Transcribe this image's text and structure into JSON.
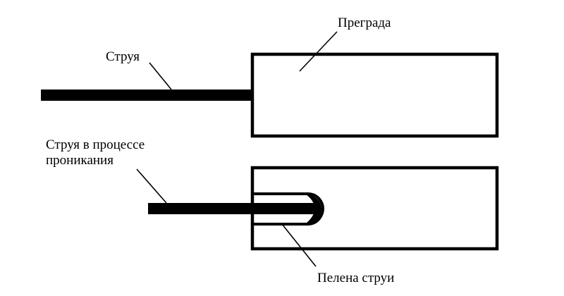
{
  "diagram": {
    "type": "jet-penetration-schematic",
    "colors": {
      "ink": "#000000",
      "background": "#ffffff"
    },
    "labels": {
      "jet": "Струя",
      "barrier": "Преграда",
      "jet_penetrating_line1": "Струя в процессе",
      "jet_penetrating_line2": "проникания",
      "jet_sheath": "Пелена струи"
    },
    "panels": [
      {
        "id": "before-impact",
        "description": "Jet approaching barrier"
      },
      {
        "id": "during-penetration",
        "description": "Jet penetrating barrier with sheath"
      }
    ]
  }
}
